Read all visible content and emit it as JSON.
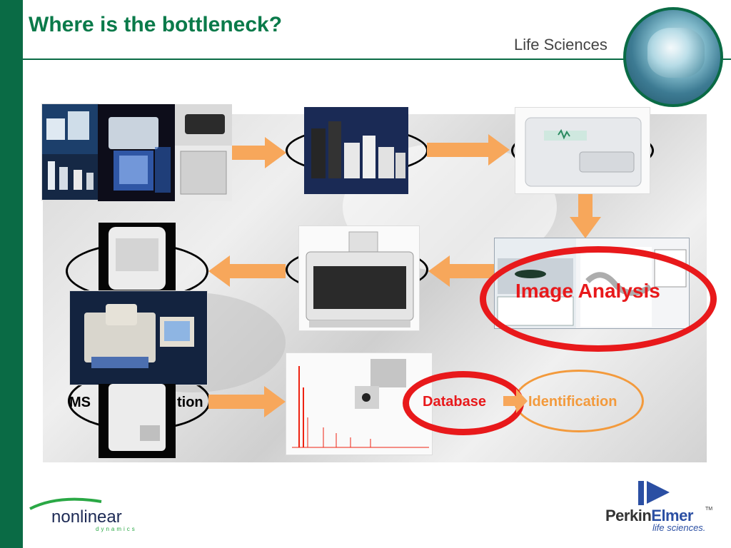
{
  "slide": {
    "title": "Where is the bottleneck?",
    "brand_label": "Life Sciences"
  },
  "workflow": {
    "image_analysis_label": "Image Analysis",
    "database_label": "Database",
    "identification_label": "Identification",
    "ms_label_left": "MS",
    "ms_label_right": "tion"
  },
  "logos": {
    "nonlinear_name": "nonlinear",
    "nonlinear_tag": "dynamics",
    "perkin_part": "Perkin",
    "elmer_part": "Elmer",
    "perkin_tagline": "life sciences.",
    "trademark": "TM"
  },
  "colors": {
    "accent_green": "#0a6b45",
    "title_green": "#0a7a4a",
    "arrow_orange": "#f7a75b",
    "highlight_red": "#e8191b",
    "perkin_blue": "#2b4fa3"
  }
}
